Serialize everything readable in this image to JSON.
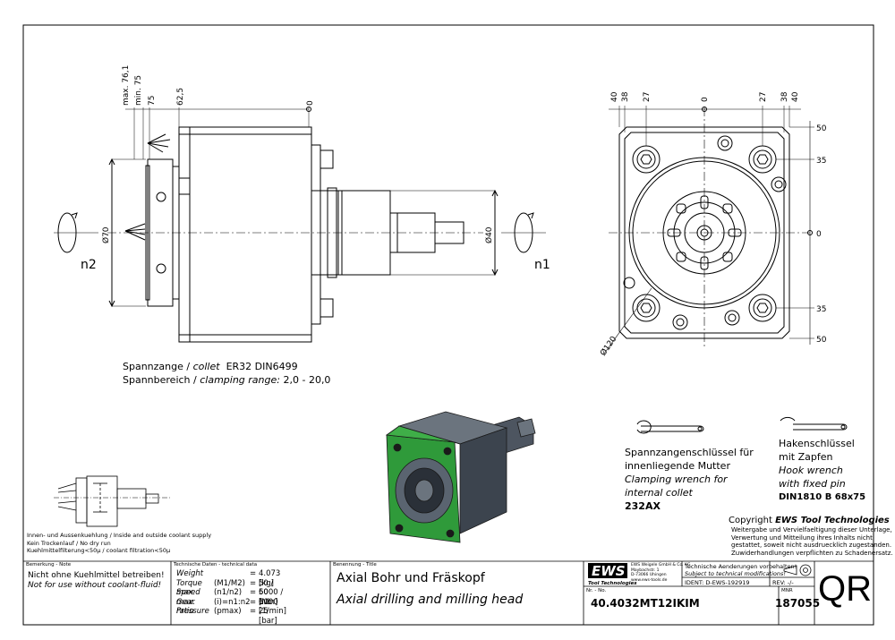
{
  "side_view": {
    "dims_top": [
      "max. 76,1",
      "min. 75",
      "75",
      "62,5",
      "0"
    ],
    "dia_left": "Ø70",
    "dia_right": "Ø40",
    "rot_left": "n2",
    "rot_right": "n1"
  },
  "front_view": {
    "dims_top": [
      "40",
      "38",
      "27",
      "0",
      "27",
      "38",
      "40"
    ],
    "dims_right": [
      "50",
      "35",
      "0",
      "35",
      "50"
    ],
    "dia": "Ø120"
  },
  "collet": {
    "line1_de": "Spannzange /",
    "line1_en": "collet",
    "line1_spec": "ER32    DIN6499",
    "line2_de": "Spannbereich /",
    "line2_en": "clamping range:",
    "line2_val": "2,0 - 20,0"
  },
  "wrench1": {
    "de1": "Spannzangenschlüssel für",
    "de2": "innenliegende Mutter",
    "en1": "Clamping wrench for",
    "en2": "internal collet",
    "code": "232AX"
  },
  "wrench2": {
    "de1": "Hakenschlüssel",
    "de2": "mit Zapfen",
    "en1": "Hook wrench",
    "en2": "with fixed pin",
    "code": "DIN1810 B 68x75"
  },
  "copyright": {
    "prefix": "Copyright",
    "brand": "EWS Tool Technologies",
    "l1": "Weitergabe und Vervielfaeltigung dieser Unterlage,",
    "l2": "Verwertung und Mitteilung ihres Inhalts nicht",
    "l3": "gestattet, soweit nicht ausdruecklich zugestanden.",
    "l4": "Zuwiderhandlungen verpflichten zu Schadenersatz."
  },
  "coolant_notes": {
    "l1": "Innen- und Aussenkuehlung / Inside and outside coolant supply",
    "l2": "Kein Trockenlauf / No dry run",
    "l3": "Kuehlmittelfilterung<50µ / coolant filtration<50µ"
  },
  "title_block": {
    "remark_hdr": "Bemerkung - Note",
    "remark_de": "Nicht ohne Kuehlmittel betreiben!",
    "remark_en": "Not for use without coolant-fluid!",
    "tech_hdr": "Technische Daten - technical data",
    "tech_rows": [
      {
        "label": "Weight",
        "sym": "",
        "eq": "=",
        "val": "4.073 [kg]"
      },
      {
        "label": "Torque max.",
        "sym": "(M1/M2)",
        "eq": "=",
        "val": "50 / 50 [Nm]"
      },
      {
        "label": "Speed max.",
        "sym": "(n1/n2)",
        "eq": "=",
        "val": "6000 / 6000 [1/min]"
      },
      {
        "label": "Gear ratio",
        "sym": "(i)=n1:n2",
        "eq": "=",
        "val": "1:1"
      },
      {
        "label": "Pressure",
        "sym": "(pmax)",
        "eq": "=",
        "val": "25 [bar]"
      }
    ],
    "name_hdr": "Benennung - Title",
    "name_de": "Axial Bohr und Fräskopf",
    "name_en": "Axial drilling and milling head",
    "logo": "EWS",
    "logo_sub": "Tool Technologies",
    "company": [
      "EWS Weigele GmbH & Co. KG",
      "Maybachstr. 1",
      "D-73066 Uhingen",
      "www.ews-tools.de"
    ],
    "changes_de": "Technische Aenderungen vorbehalten!",
    "changes_en": "Subject to technical modifications!",
    "ident": "IDENT:   D-EWS-192919",
    "rev": "REV:   -/-",
    "nr_hdr": "Nr. - No.",
    "part_no": "40.4032MT12IKIM",
    "mnr_hdr": "MNR",
    "mnr": "187055",
    "qr": "QR"
  },
  "colors": {
    "line": "#000000",
    "green": "#2f9a3a",
    "body3d": "#5a6470",
    "body3d_dark": "#3c444e"
  }
}
